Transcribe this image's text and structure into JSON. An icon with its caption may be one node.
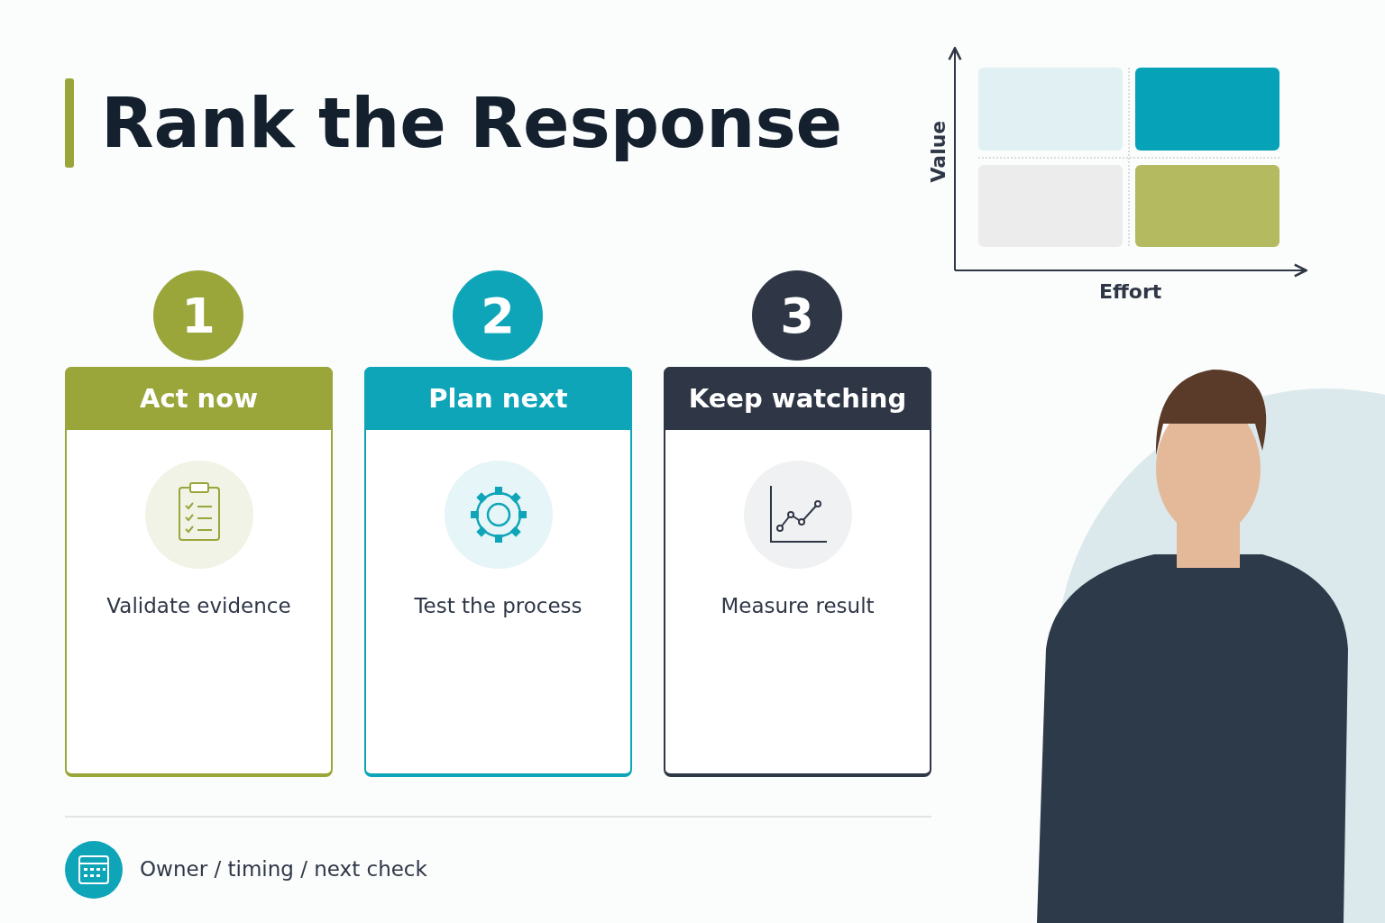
{
  "diagram": {
    "title": "Rank the Response",
    "nodes": [
      {
        "text": [
          "1"
        ]
      },
      {
        "text": [
          "Act now",
          "Validate evidence"
        ]
      },
      {
        "text": [
          "2"
        ]
      },
      {
        "text": [
          "Plan next",
          "Test the process"
        ]
      },
      {
        "text": [
          "3"
        ]
      },
      {
        "text": [
          "Keep watching",
          "Measure result"
        ]
      }
    ],
    "labels": [
      "Value",
      "Effort",
      "Owner / timing / next check"
    ]
  }
}
